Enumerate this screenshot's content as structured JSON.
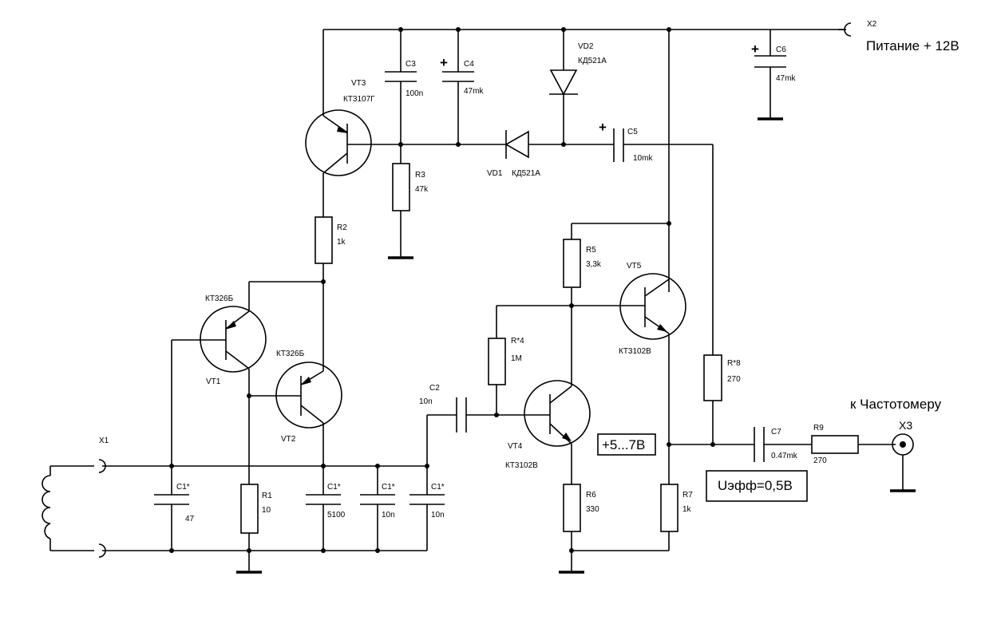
{
  "x2": {
    "ref": "X2",
    "label": "Питание + 12В"
  },
  "x1": {
    "ref": "X1"
  },
  "x3": {
    "ref": "X3",
    "label": "к Частотомеру"
  },
  "vt3": {
    "ref": "VT3",
    "type": "КТ3107Г"
  },
  "vt1": {
    "ref": "VT1",
    "type": "КТ326Б"
  },
  "vt2": {
    "ref": "VT2",
    "type": "КТ326Б"
  },
  "vt4": {
    "ref": "VT4",
    "type": "КТ3102В"
  },
  "vt5": {
    "ref": "VT5",
    "type": "КТ3102В"
  },
  "vd1": {
    "ref": "VD1",
    "type": "КД521А"
  },
  "vd2": {
    "ref": "VD2",
    "type": "КД521А"
  },
  "c3": {
    "ref": "C3",
    "value": "100n"
  },
  "c4": {
    "ref": "C4",
    "value": "47mk"
  },
  "c5": {
    "ref": "C5",
    "value": "10mk"
  },
  "c6": {
    "ref": "C6",
    "value": "47mk"
  },
  "c2": {
    "ref": "C2",
    "value": "10n"
  },
  "c7": {
    "ref": "C7",
    "value": "0.47mk"
  },
  "c1a": {
    "ref": "C1*",
    "value": "47"
  },
  "c1b": {
    "ref": "C1*",
    "value": "5100"
  },
  "c1c": {
    "ref": "C1*",
    "value": "10n"
  },
  "c1d": {
    "ref": "C1*",
    "value": "10n"
  },
  "r1": {
    "ref": "R1",
    "value": "10"
  },
  "r2": {
    "ref": "R2",
    "value": "1k"
  },
  "r3": {
    "ref": "R3",
    "value": "47k"
  },
  "r4": {
    "ref": "R*4",
    "value": "1M"
  },
  "r5": {
    "ref": "R5",
    "value": "3,3k"
  },
  "r6": {
    "ref": "R6",
    "value": "330"
  },
  "r7": {
    "ref": "R7",
    "value": "1k"
  },
  "r8": {
    "ref": "R*8",
    "value": "270"
  },
  "r9": {
    "ref": "R9",
    "value": "270"
  },
  "notes": {
    "voltage": "+5...7В",
    "ueff": "Uэфф=0,5В"
  }
}
